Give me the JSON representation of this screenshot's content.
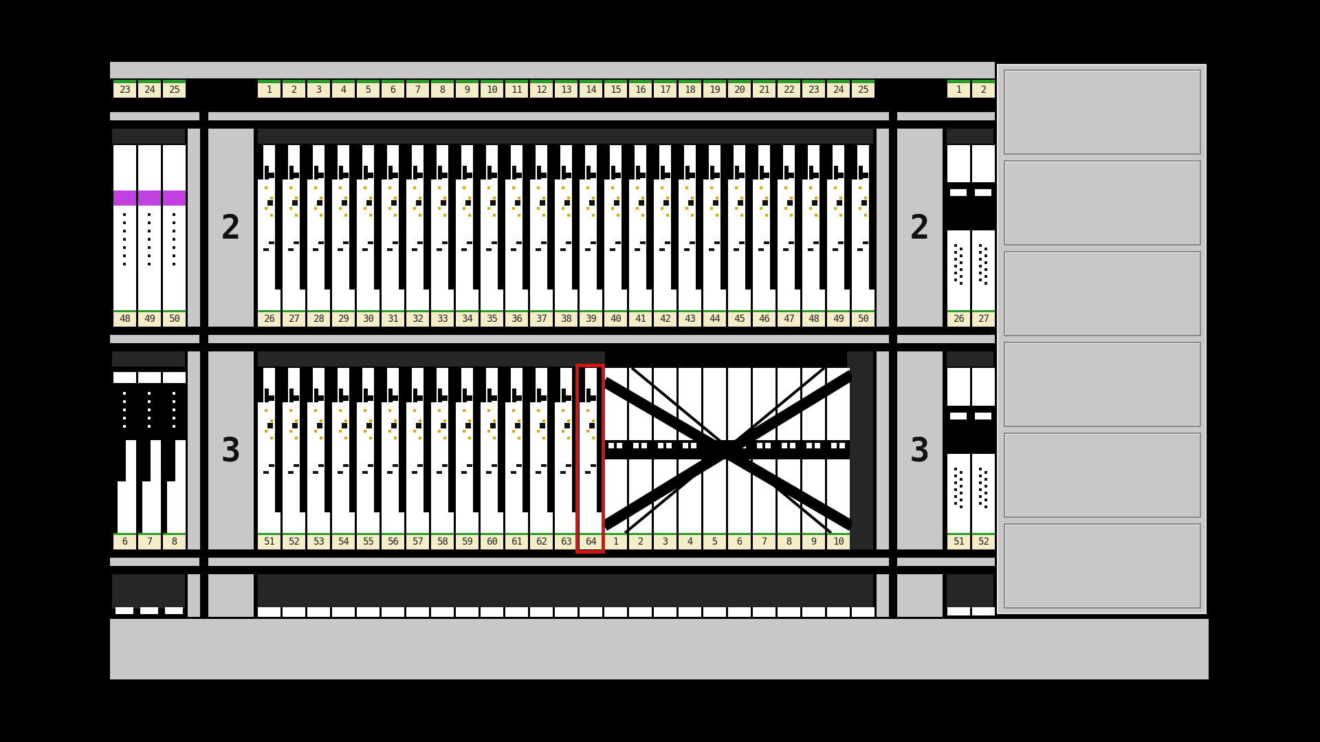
{
  "top_row": {
    "left_caps": [
      "23",
      "24",
      "25"
    ],
    "main_caps": [
      "1",
      "2",
      "3",
      "4",
      "5",
      "6",
      "7",
      "8",
      "9",
      "10",
      "11",
      "12",
      "13",
      "14",
      "15",
      "16",
      "17",
      "18",
      "19",
      "20",
      "21",
      "22",
      "23",
      "24",
      "25"
    ],
    "right_caps": [
      "1",
      "2"
    ]
  },
  "shelf2": {
    "label": "2",
    "left_caps": [
      "48",
      "49",
      "50"
    ],
    "main_caps": [
      "26",
      "27",
      "28",
      "29",
      "30",
      "31",
      "32",
      "33",
      "34",
      "35",
      "36",
      "37",
      "38",
      "39",
      "40",
      "41",
      "42",
      "43",
      "44",
      "45",
      "46",
      "47",
      "48",
      "49",
      "50"
    ],
    "right_caps": [
      "26",
      "27"
    ],
    "left_marker_color": "#c040e0"
  },
  "shelf3": {
    "label": "3",
    "left_caps": [
      "6",
      "7",
      "8"
    ],
    "main_caps_a": [
      "51",
      "52",
      "53",
      "54",
      "55",
      "56",
      "57",
      "58",
      "59",
      "60",
      "61",
      "62",
      "63",
      "64"
    ],
    "main_caps_b": [
      "1",
      "2",
      "3",
      "4",
      "5",
      "6",
      "7",
      "8",
      "9",
      "10"
    ],
    "right_caps": [
      "51",
      "52"
    ]
  },
  "selection": {
    "caption": "64",
    "color": "#d21414"
  },
  "colors": {
    "accent_green": "#2a9c2a",
    "gold": "#e0a800",
    "panel_gray": "#c8c8c8"
  }
}
